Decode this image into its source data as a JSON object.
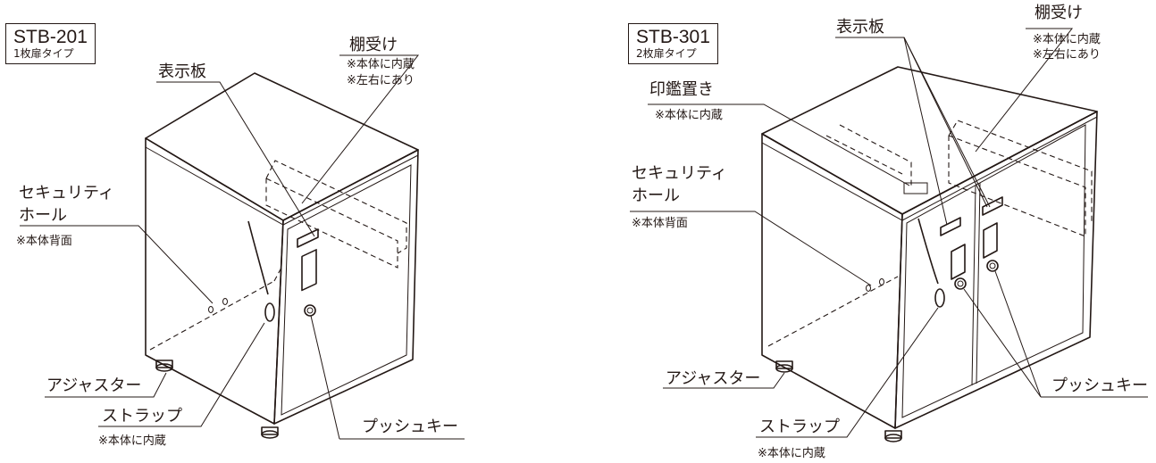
{
  "left": {
    "model_code": "STB-201",
    "model_type": "1枚扉タイプ",
    "label_display_plate": "表示板",
    "label_shelf_support": "棚受け",
    "note_shelf_builtin": "※本体に内蔵",
    "note_shelf_both_sides": "※左右にあり",
    "label_security_hole_1": "セキュリティ",
    "label_security_hole_2": "ホール",
    "note_security_back": "※本体背面",
    "label_adjuster": "アジャスター",
    "label_strap": "ストラップ",
    "note_strap_builtin": "※本体に内蔵",
    "label_push_key": "プッシュキー"
  },
  "right": {
    "model_code": "STB-301",
    "model_type": "2枚扉タイプ",
    "label_display_plate": "表示板",
    "label_shelf_support": "棚受け",
    "note_shelf_builtin": "※本体に内蔵",
    "note_shelf_both_sides": "※左右にあり",
    "label_seal_holder": "印鑑置き",
    "note_seal_builtin": "※本体に内蔵",
    "label_security_hole_1": "セキュリティ",
    "label_security_hole_2": "ホール",
    "note_security_back": "※本体背面",
    "label_adjuster": "アジャスター",
    "label_strap": "ストラップ",
    "note_strap_builtin": "※本体に内蔵",
    "label_push_key": "プッシュキー"
  }
}
